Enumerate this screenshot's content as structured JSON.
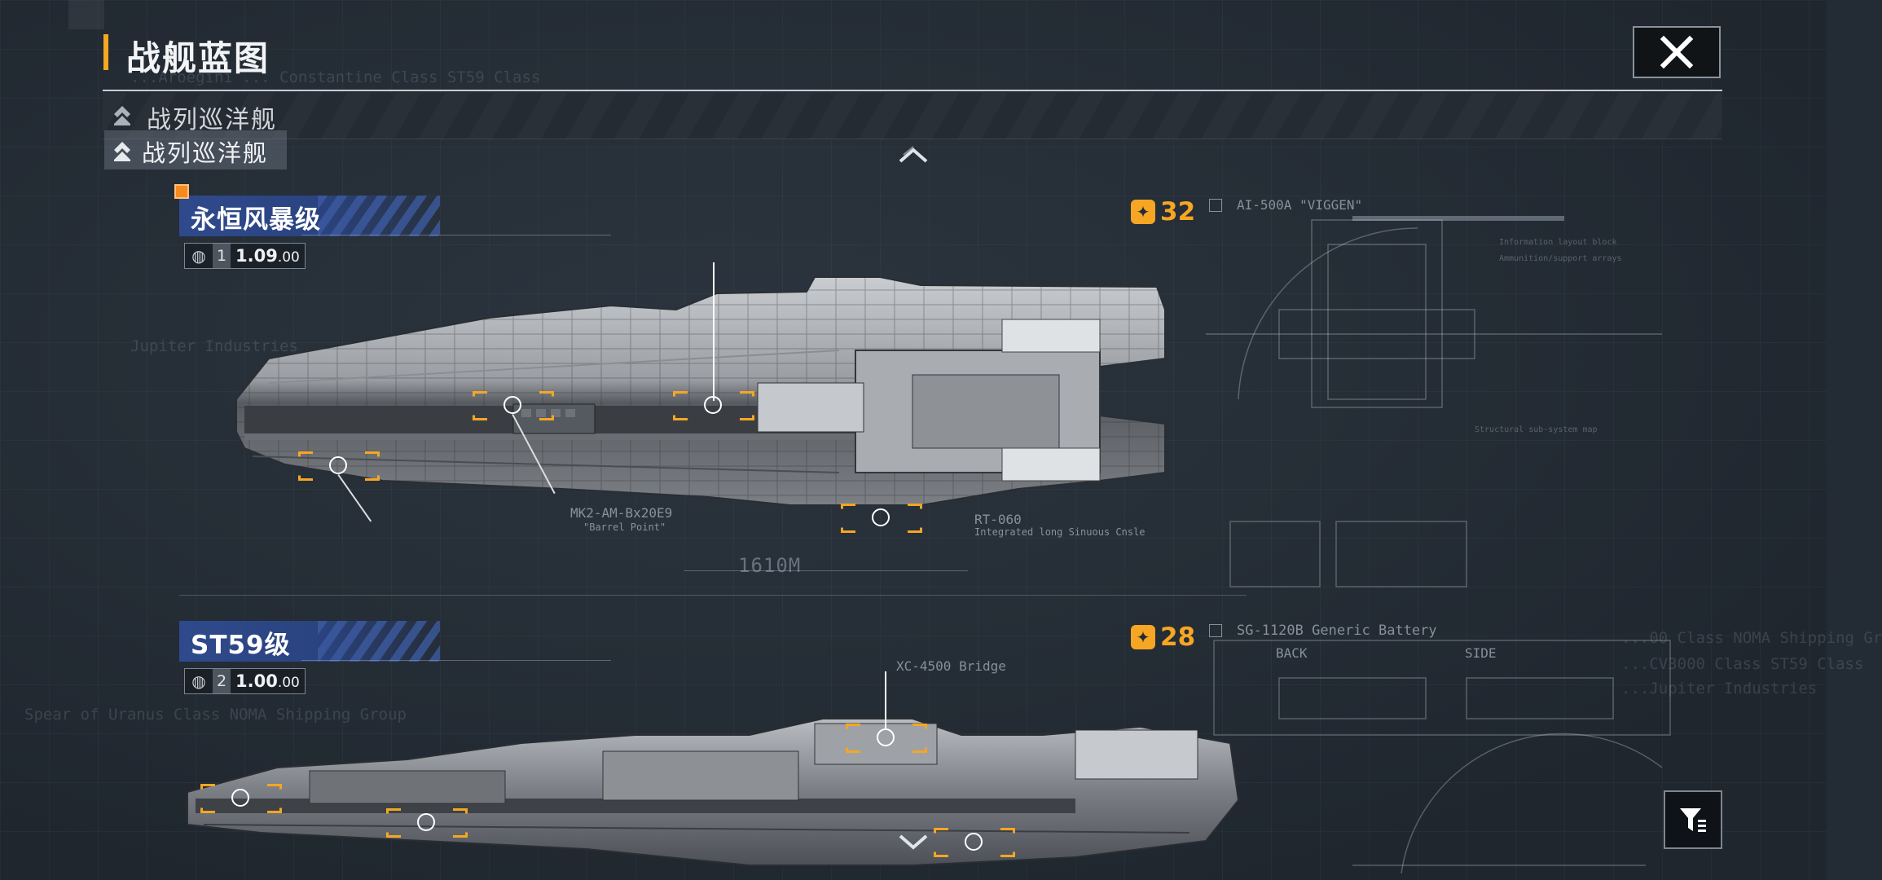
{
  "header": {
    "title": "战舰蓝图",
    "close_icon": "close-icon"
  },
  "class_filter": {
    "current_label": "战列巡洋舰",
    "tab_label": "战列巡洋舰",
    "icon": "rank-chevron-icon"
  },
  "background_text": {
    "top_faded": "...Aroegini ... Constantine Class ST59 Class",
    "mid_left": "Jupiter Industries",
    "lower_left": "Spear of Uranus Class NOMA Shipping Group",
    "right_faded_1": "...00 Class NOMA Shipping Gr",
    "right_faded_2": "...CV3000 Class ST59 Class",
    "right_faded_3": "...Jupiter Industries"
  },
  "ships": [
    {
      "name": "永恒风暴级",
      "tier": "1",
      "version_main": "1.09",
      "version_sub": ".00",
      "cost": "32",
      "schematic_title": "AI-500A \"VIGGEN\"",
      "length_label": "1610M",
      "label_turret_1": "MK2-AM-Bx20E9",
      "label_turret_1_sub": "\"Barrel Point\"",
      "label_turret_2": "RT-060",
      "label_turret_2_sub": "Integrated long Sinuous Cnsle"
    },
    {
      "name": "ST59级",
      "tier": "2",
      "version_main": "1.00",
      "version_sub": ".00",
      "cost": "28",
      "schematic_title": "SG-1120B Generic Battery",
      "label_bridge": "XC-4500 Bridge",
      "schem_back": "BACK",
      "schem_side": "SIDE"
    }
  ],
  "controls": {
    "scroll_up_icon": "chevron-up-icon",
    "scroll_down_icon": "chevron-down-icon",
    "filter_icon": "filter-icon"
  },
  "colors": {
    "accent_orange": "#f5a623",
    "name_banner_blue": "#2f4a8c",
    "background": "#232b34"
  }
}
